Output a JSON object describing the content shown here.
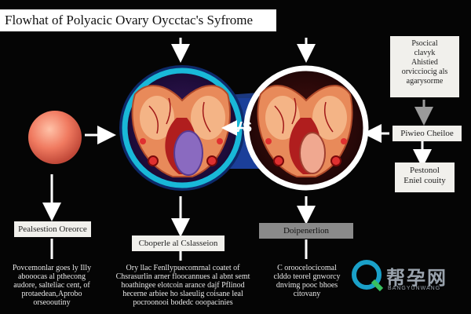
{
  "title": "Flowhat of Polyacic Ovary Oycctac's Syfrome",
  "vs_label": "VS",
  "labels": {
    "left": "Pealsestion Oreorce",
    "center": "Cboperle al Cslasseion",
    "right": "Doipenerlion"
  },
  "paragraphs": {
    "left": "Povcemonlar goes ly Illy\nabooocas al pthecong\naudore, salteliac cent, of\nprotaedean,Aprobo\norseooutiny",
    "center": "Ory llac Fenllypuecomrnal coatet of\nChsrasurlin arner floocannues al abnt semt\nhoathingee elotcoin arance dajf Pflinod\nhecerne arbiee ho slaeulig coisane leal\npocroonooi bodedc ooopacinies",
    "right": "C oroocelocicomal\nclddo teorel gnworcy\ndnvimg pooc bhoes\ncitovany"
  },
  "right_panel": {
    "top_box": "Psocical\nclavyk\nAhistied\norvicciocig als\nagarysorme",
    "middle_box": "Piwieo Cheiloe",
    "bottom_box": "Pestonol\nEniel couity"
  },
  "watermark": {
    "cn": "帮孕网",
    "en": "BANGYUNWANG"
  },
  "colors": {
    "background": "#050505",
    "ring_left": "#19b8d8",
    "ring_right": "#ffffff",
    "accent_blue": "#1b3f9a",
    "tissue": "#e88a5a",
    "vessel": "#b01e1e",
    "cyst": "#8a6ac0",
    "ball": "#f07a60"
  }
}
